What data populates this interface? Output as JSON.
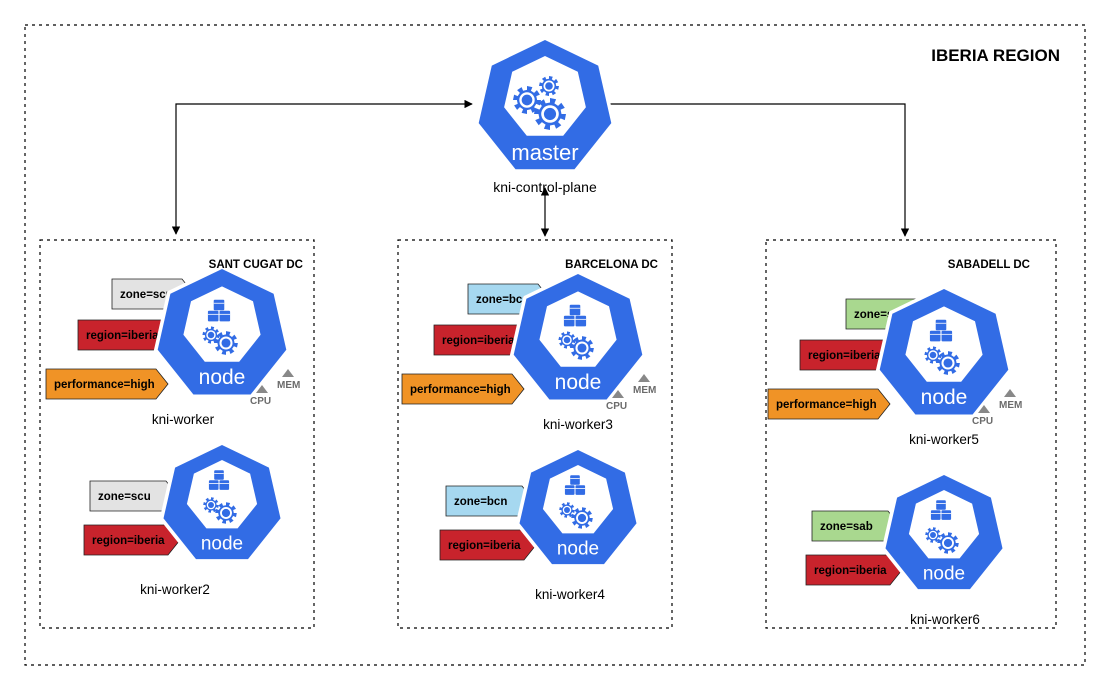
{
  "region": {
    "title": "IBERIA REGION"
  },
  "master": {
    "icon_label": "master",
    "name": "kni-control-plane"
  },
  "datacenters": [
    {
      "title": "SANT CUGAT DC",
      "nodes": [
        {
          "name": "kni-worker",
          "icon_label": "node",
          "labels": [
            {
              "text": "zone=scu",
              "color": "#e3e3e3"
            },
            {
              "text": "region=iberia",
              "color": "#c8232c"
            },
            {
              "text": "performance=high",
              "color": "#f09326"
            }
          ],
          "resources": [
            "MEM",
            "CPU"
          ]
        },
        {
          "name": "kni-worker2",
          "icon_label": "node",
          "labels": [
            {
              "text": "zone=scu",
              "color": "#e3e3e3"
            },
            {
              "text": "region=iberia",
              "color": "#c8232c"
            }
          ]
        }
      ]
    },
    {
      "title": "BARCELONA DC",
      "nodes": [
        {
          "name": "kni-worker3",
          "icon_label": "node",
          "labels": [
            {
              "text": "zone=bcn",
              "color": "#a6d8f0"
            },
            {
              "text": "region=iberia",
              "color": "#c8232c"
            },
            {
              "text": "performance=high",
              "color": "#f09326"
            }
          ],
          "resources": [
            "MEM",
            "CPU"
          ]
        },
        {
          "name": "kni-worker4",
          "icon_label": "node",
          "labels": [
            {
              "text": "zone=bcn",
              "color": "#a6d8f0"
            },
            {
              "text": "region=iberia",
              "color": "#c8232c"
            }
          ]
        }
      ]
    },
    {
      "title": "SABADELL DC",
      "nodes": [
        {
          "name": "kni-worker5",
          "icon_label": "node",
          "labels": [
            {
              "text": "zone=sab",
              "color": "#a9d88f"
            },
            {
              "text": "region=iberia",
              "color": "#c8232c"
            },
            {
              "text": "performance=high",
              "color": "#f09326"
            }
          ],
          "resources": [
            "MEM",
            "CPU"
          ]
        },
        {
          "name": "kni-worker6",
          "icon_label": "node",
          "labels": [
            {
              "text": "zone=sab",
              "color": "#a9d88f"
            },
            {
              "text": "region=iberia",
              "color": "#c8232c"
            }
          ]
        }
      ]
    }
  ],
  "colors": {
    "k8s_blue": "#326ce5",
    "line": "#000000",
    "resource_gray": "#888888"
  },
  "icons": {
    "master_icon": "gears-icon",
    "node_icon": "cubes-gear-icon"
  }
}
